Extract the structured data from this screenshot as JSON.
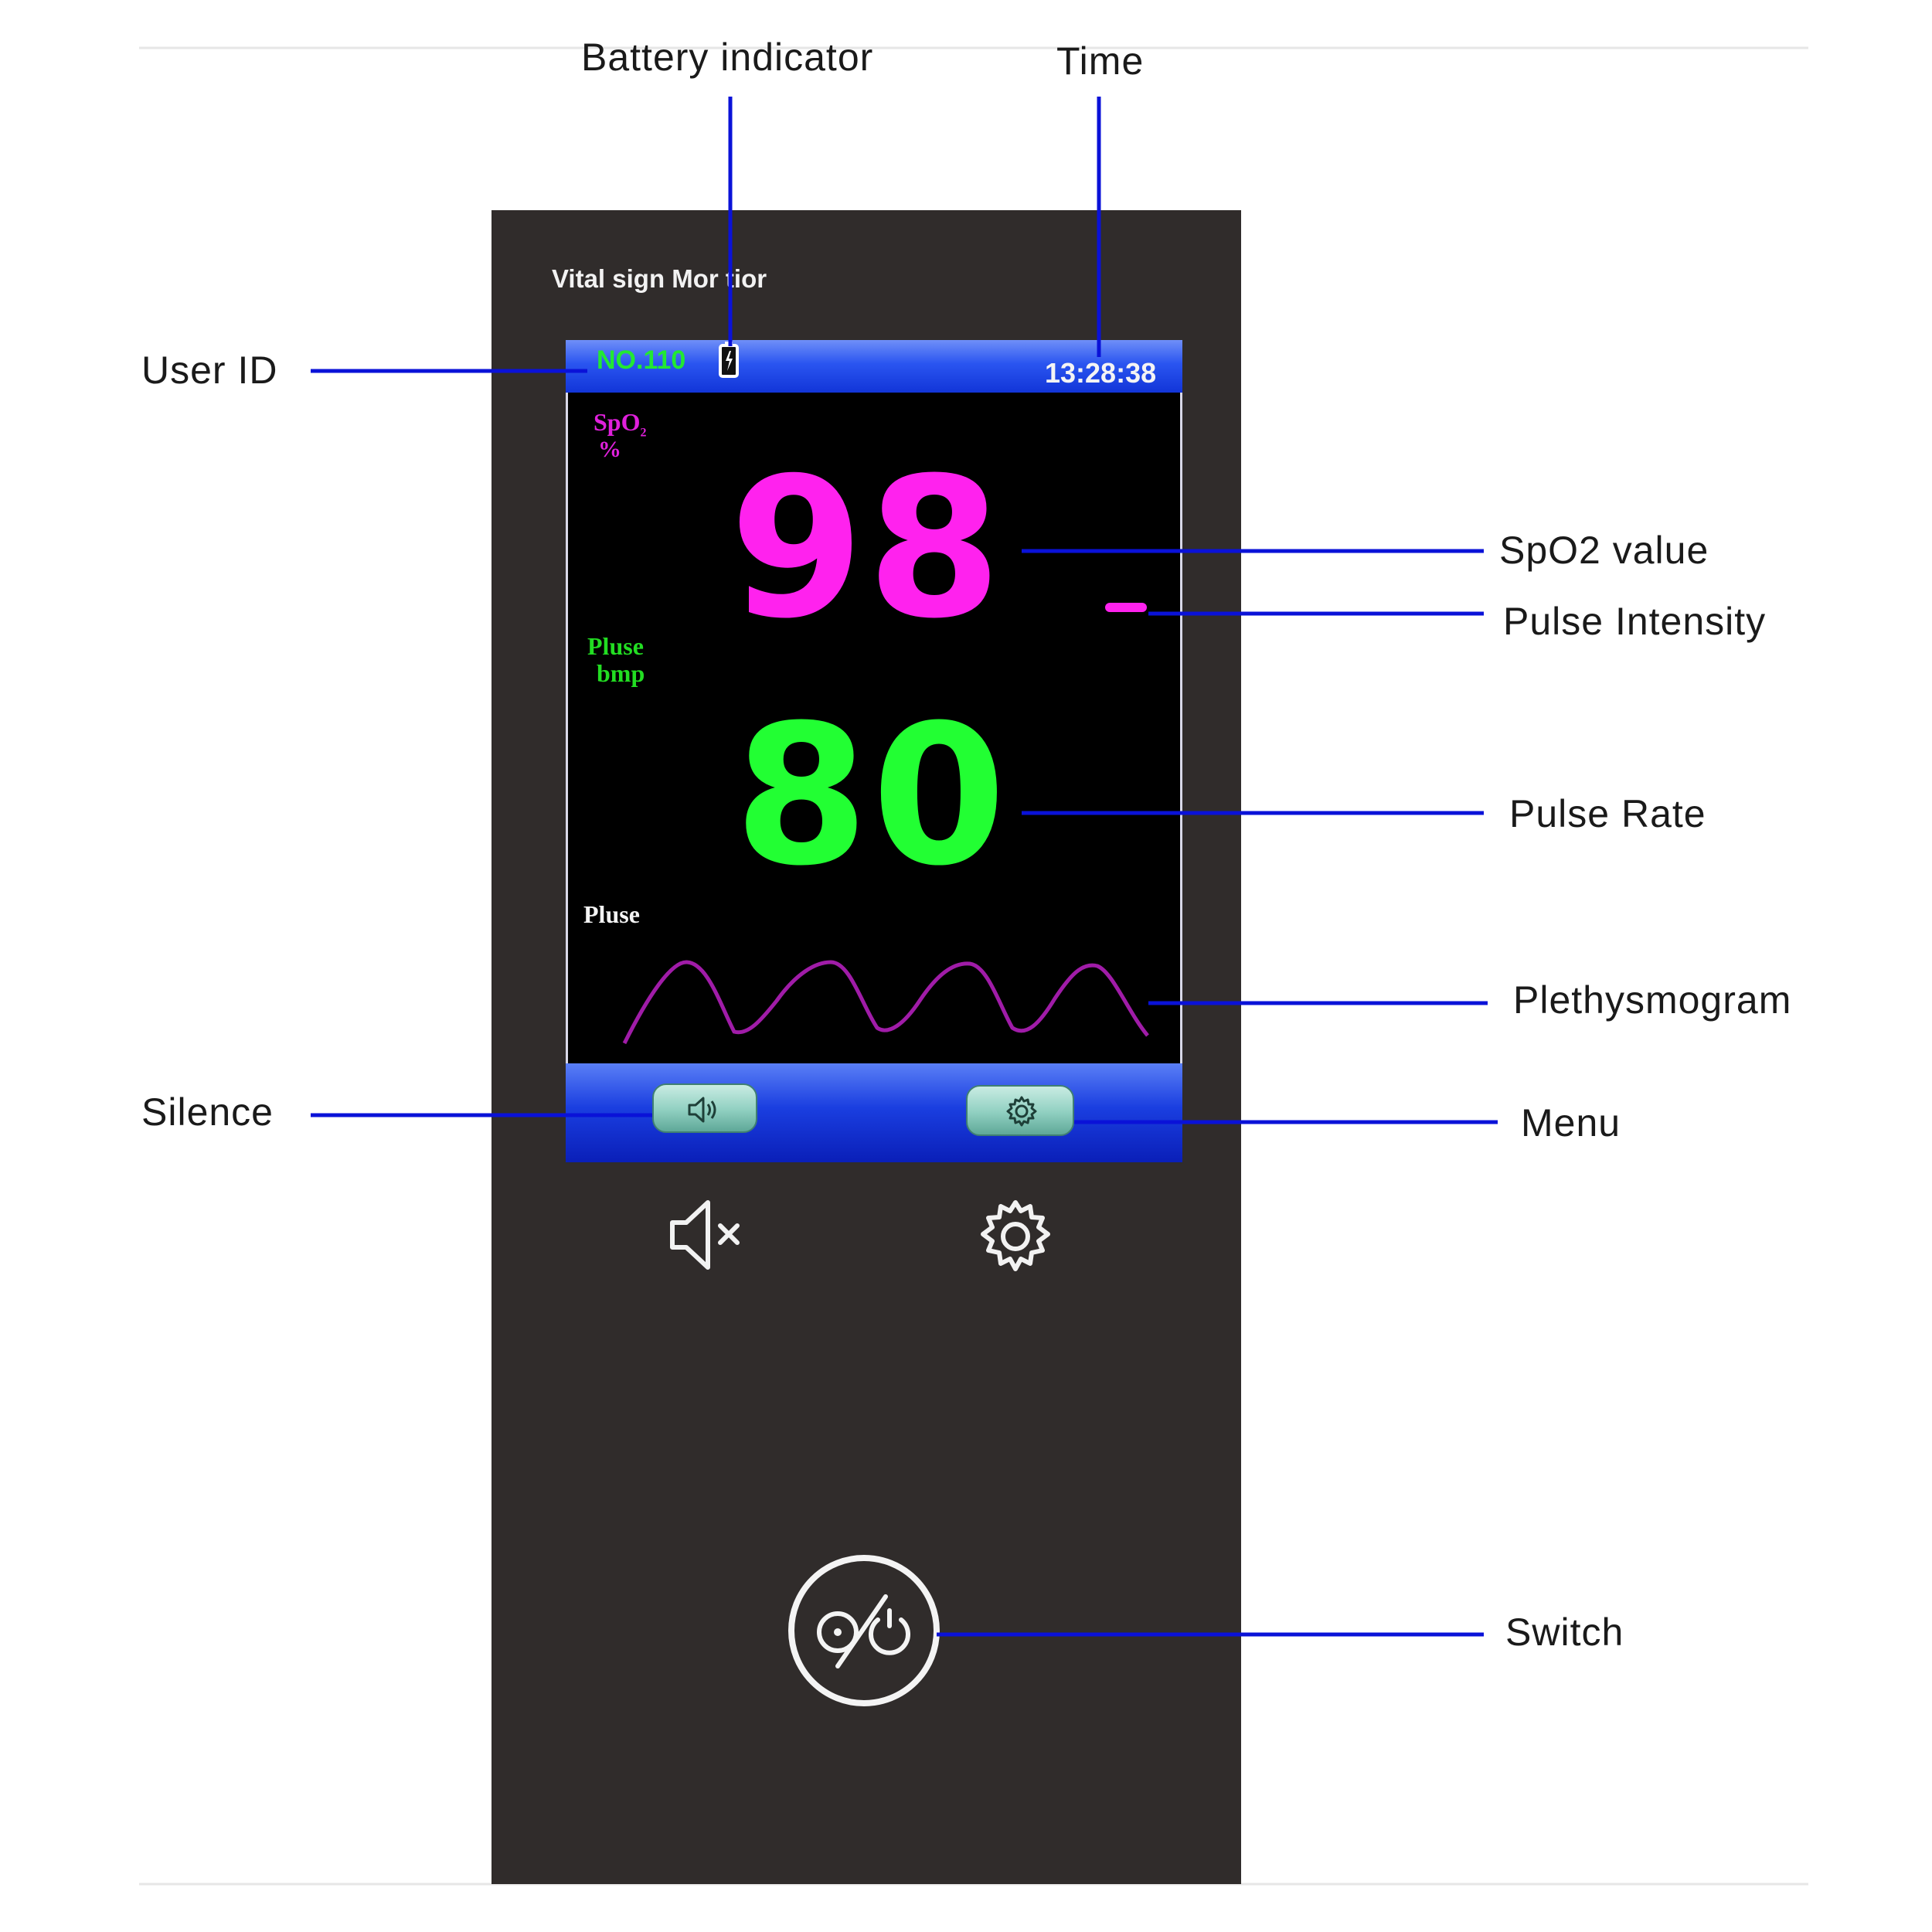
{
  "device": {
    "title": "Vital sign Mor tior",
    "user_id": "NO.110",
    "time": "13:28:38",
    "spo2_label": "SpO",
    "spo2_subscript": "2",
    "spo2_unit": "%",
    "spo2_value": "98",
    "pulse_label": "Pluse",
    "pulse_unit": "bmp",
    "pulse_value": "80",
    "pleth_label": "Pluse"
  },
  "callouts": {
    "battery_indicator": "Battery  indicator",
    "time": "Time",
    "user_id": "User ID",
    "spo2_value": "SpO2 value",
    "pulse_intensity": "Pulse Intensity",
    "pulse_rate": "Pulse Rate",
    "plethysmogram": "Plethysmogram",
    "silence": "Silence",
    "menu": "Menu",
    "switch": "Switch"
  },
  "colors": {
    "panel": "#302c2b",
    "screen": "#000000",
    "bar_blue": "#1f4ef0",
    "spo2": "#ff22ee",
    "pulse": "#22ff33",
    "callout_line": "#0a12d8",
    "button_green": "#8fcfc0"
  },
  "icons": {
    "battery": "battery-icon",
    "speaker": "speaker-icon",
    "gear": "gear-icon",
    "mute": "mute-icon",
    "power": "power-switch-icon"
  }
}
